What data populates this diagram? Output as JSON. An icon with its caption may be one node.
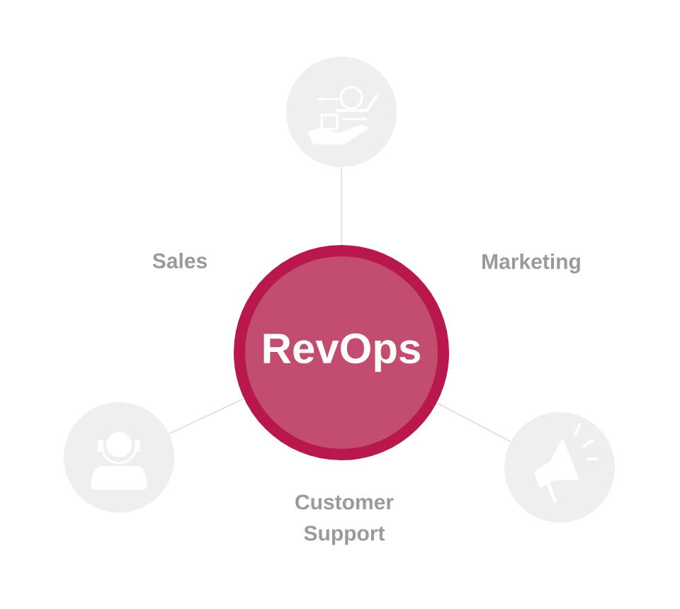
{
  "diagram": {
    "nodes": [
      {
        "text": [
          "RevOps"
        ]
      },
      {
        "text": [],
        "shape": "circle"
      },
      {
        "text": [],
        "shape": "circle"
      },
      {
        "text": [],
        "shape": "circle"
      }
    ],
    "edges": [
      {
        "from": 0,
        "to": 1,
        "arrow": "none"
      },
      {
        "from": 0,
        "to": 2,
        "arrow": "none"
      },
      {
        "from": 0,
        "to": 3,
        "arrow": "none"
      }
    ],
    "labels": [
      "Sales",
      "Marketing",
      "Customer Support"
    ]
  }
}
